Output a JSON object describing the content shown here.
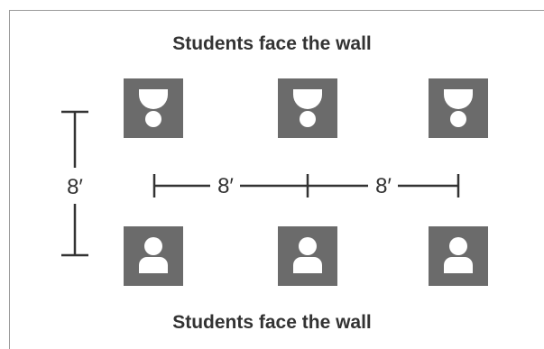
{
  "captions": {
    "top": "Students face the wall",
    "bottom": "Students face the wall"
  },
  "dimensions": {
    "vertical": "8′",
    "horizontal_left": "8′",
    "horizontal_right": "8′"
  },
  "desks": {
    "top_row_icon": "student-back-icon",
    "bottom_row_icon": "student-front-icon",
    "columns": 3,
    "rows": 2
  },
  "colors": {
    "desk": "#6b6b6b",
    "figure": "#ffffff",
    "line": "#333333",
    "frame": "#9a9a9a"
  }
}
